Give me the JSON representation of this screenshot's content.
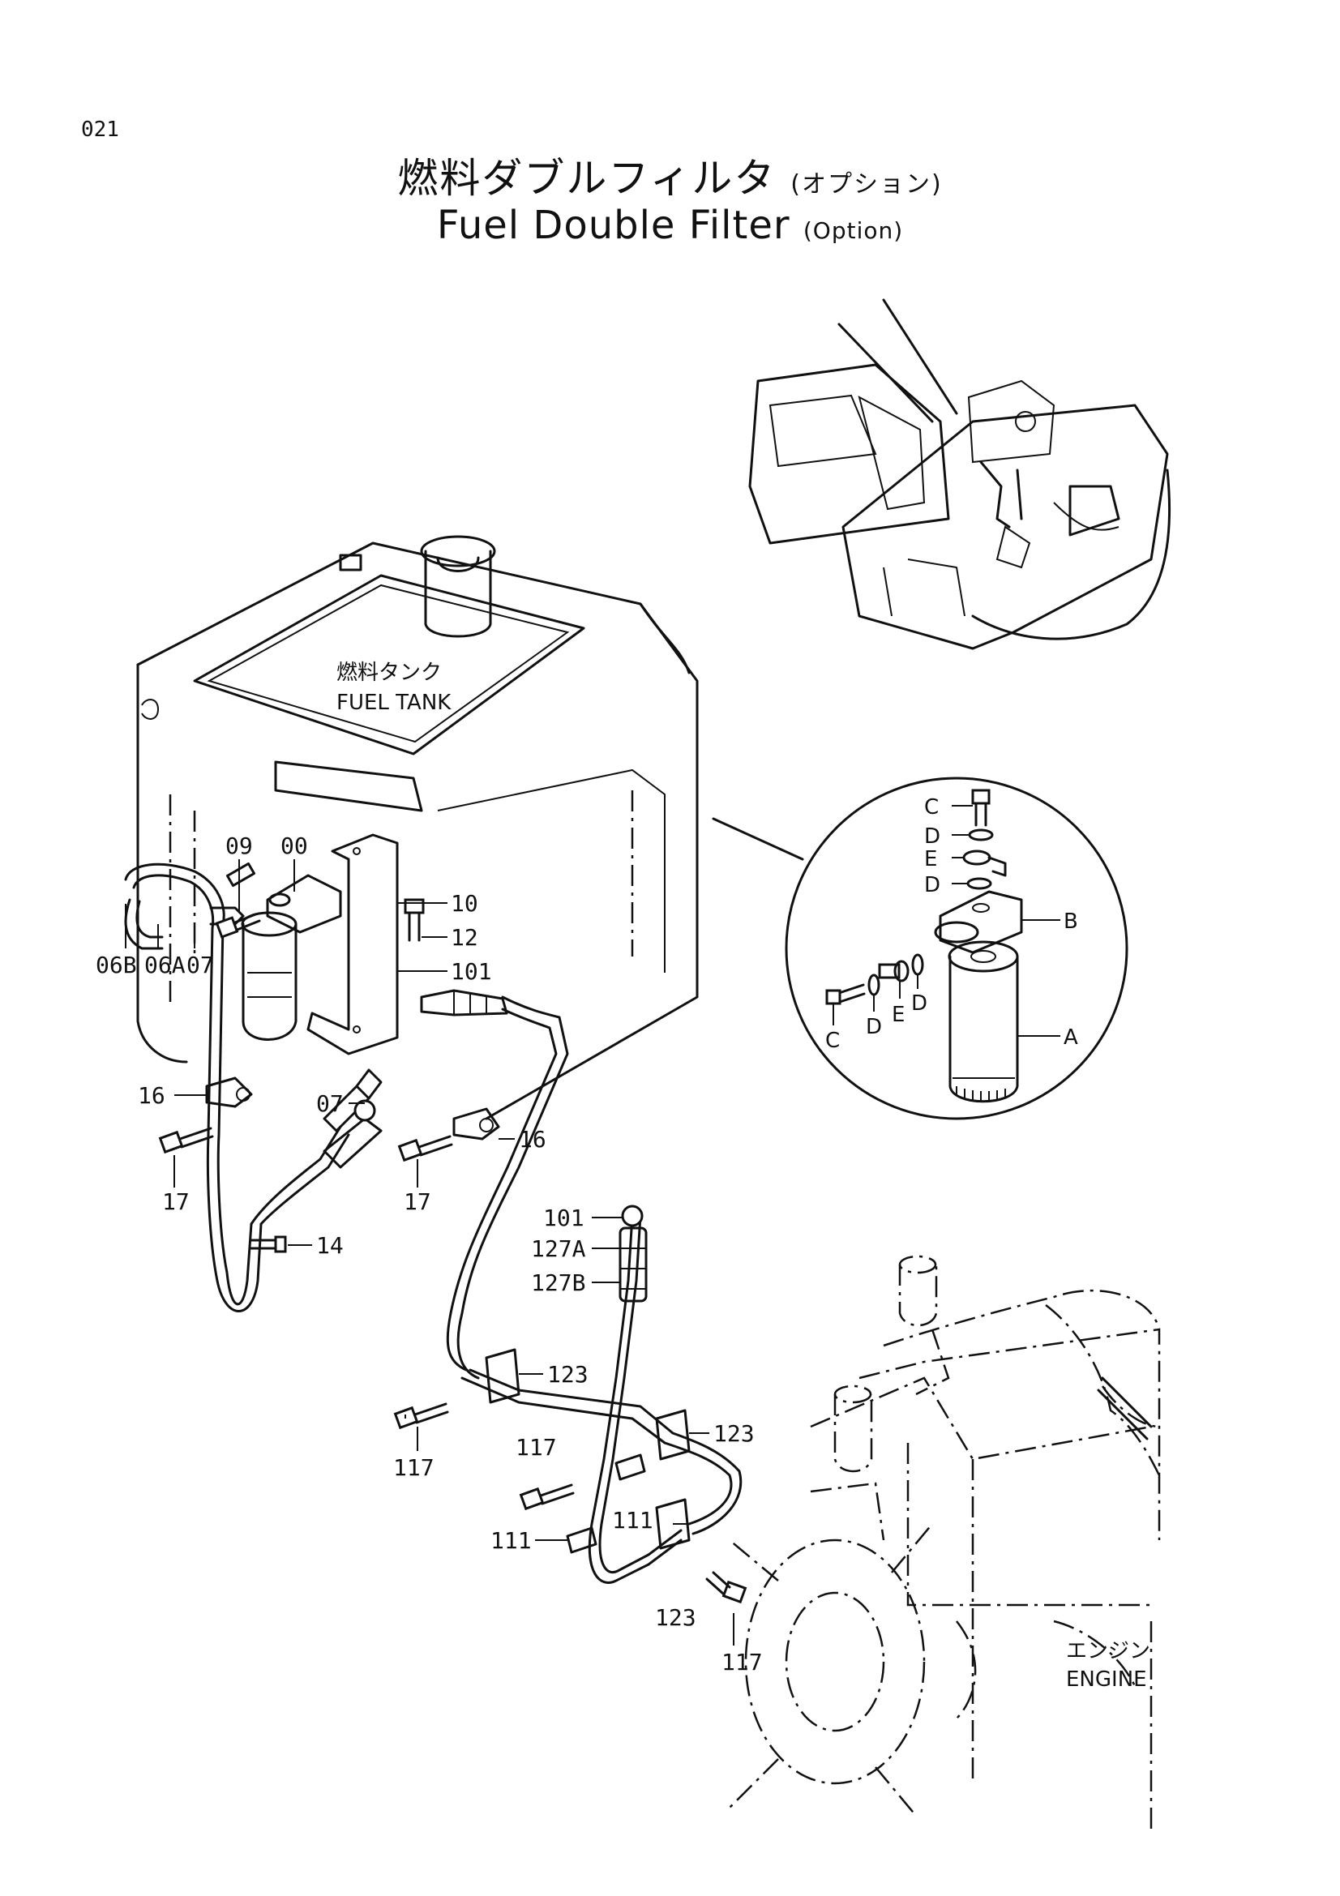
{
  "page_number": "021",
  "title": {
    "jp_main": "燃料ダブルフィルタ",
    "jp_option": "(オプション)",
    "en_main": "Fuel Double Filter",
    "en_option": "(Option)"
  },
  "areas": {
    "fuel_tank": {
      "jp": "燃料タンク",
      "en": "FUEL TANK"
    },
    "engine": {
      "jp": "エンジン",
      "en": "ENGINE"
    }
  },
  "callouts": {
    "c09": "09",
    "c00": "00",
    "c10": "10",
    "c12": "12",
    "c101a": "101",
    "c06b": "06B",
    "c06a": "06A",
    "c07a": "07",
    "c16a": "16",
    "c07b": "07",
    "c16b": "16",
    "c17a": "17",
    "c17b": "17",
    "c14": "14",
    "c101b": "101",
    "c127a": "127A",
    "c127b": "127B",
    "c123a": "123",
    "c117a": "117",
    "c117b": "117",
    "c123b": "123",
    "c111a": "111",
    "c111b": "111",
    "c123c": "123",
    "c117c": "117"
  },
  "detail_callouts": {
    "C1": "C",
    "D1": "D",
    "E1": "E",
    "D2": "D",
    "B": "B",
    "C2": "C",
    "D3": "D",
    "E2": "E",
    "D4": "D",
    "A": "A"
  }
}
